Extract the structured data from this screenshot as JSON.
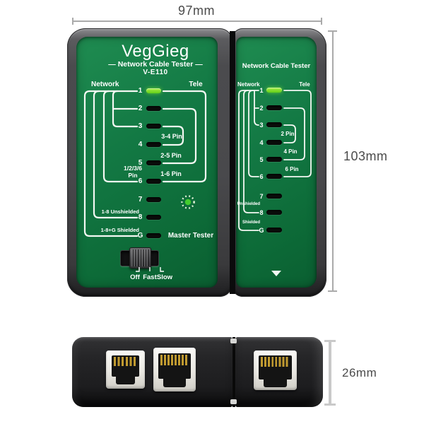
{
  "annotations": {
    "width_label": "97mm",
    "height_label": "103mm",
    "depth_label": "26mm"
  },
  "colors": {
    "panel_green": "#117a44",
    "panel_green_dark": "#0a5f31",
    "bezel_gray": "#49494c",
    "body_black": "#1d1d1f",
    "wire_white": "#f4f8f3",
    "led_on_green": "#74dd2a",
    "led_off_black": "#0a0c0a",
    "blink_green": "#43cc2e",
    "pin_gold": "#c09a30",
    "dimension_text": "#4b4b4b",
    "port_frame": "#eae8e2"
  },
  "master": {
    "brand": "VegGieg",
    "subtitle": "— Network Cable Tester —",
    "model": "V-E110",
    "left_header": "Network",
    "right_header": "Tele",
    "leds": [
      {
        "label": "1",
        "on": true
      },
      {
        "label": "2",
        "on": false
      },
      {
        "label": "3",
        "on": false
      },
      {
        "label": "4",
        "on": false
      },
      {
        "label": "5",
        "on": false
      },
      {
        "label": "6",
        "on": false
      },
      {
        "label": "7",
        "on": false
      },
      {
        "label": "8",
        "on": false
      },
      {
        "label": "G",
        "on": false
      }
    ],
    "left_labels": {
      "pin1236_line1": "1/2/3/6",
      "pin1236_line2": "Pin",
      "unshielded": "1-8 Unshielded",
      "shielded": "1-8+G Shielded"
    },
    "right_labels": [
      "3-4 Pin",
      "2-5 Pin",
      "1-6 Pin"
    ],
    "role_label": "Master Tester",
    "switch": {
      "options": [
        "Off",
        "Fast",
        "Slow"
      ]
    }
  },
  "remote": {
    "title": "Network Cable Tester",
    "left_header": "Network",
    "right_header": "Tele",
    "leds": [
      {
        "label": "1",
        "on": true
      },
      {
        "label": "2",
        "on": false
      },
      {
        "label": "3",
        "on": false
      },
      {
        "label": "4",
        "on": false
      },
      {
        "label": "5",
        "on": false
      },
      {
        "label": "6",
        "on": false
      },
      {
        "label": "7",
        "on": false
      },
      {
        "label": "8",
        "on": false
      },
      {
        "label": "G",
        "on": false
      }
    ],
    "left_labels": {
      "unshielded": "Unshielded",
      "shielded": "Shielded"
    },
    "right_labels": [
      "2 Pin",
      "4 Pin",
      "6 Pin"
    ]
  }
}
